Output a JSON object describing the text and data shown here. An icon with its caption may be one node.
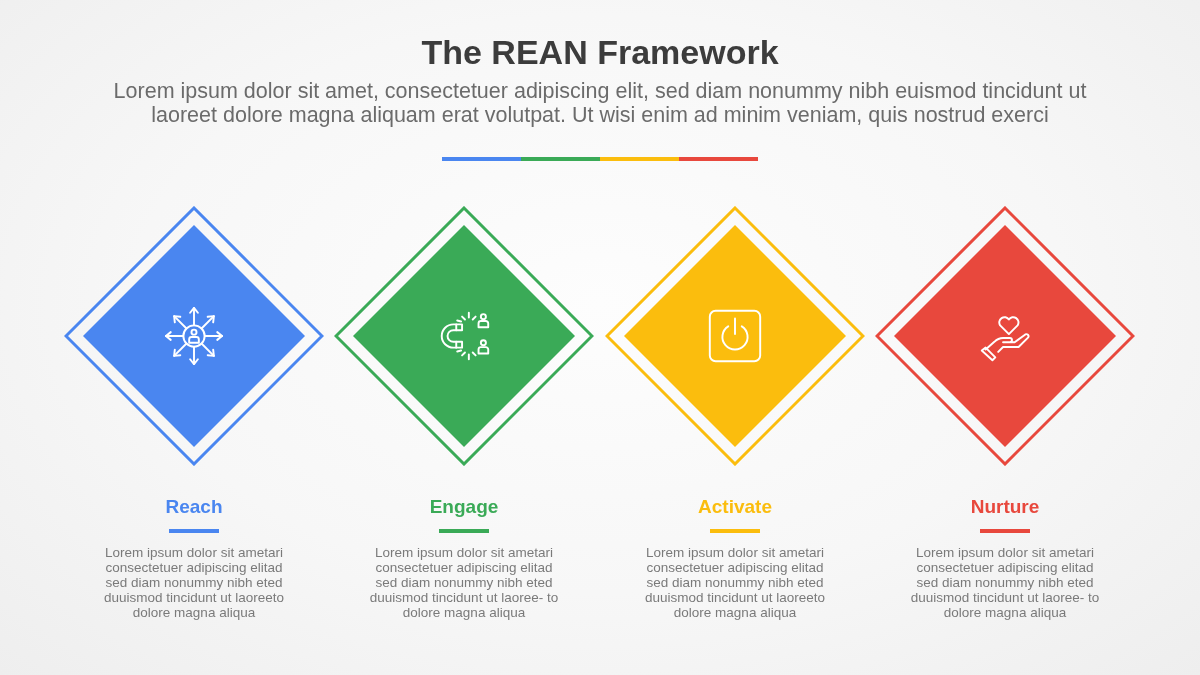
{
  "diagram": {
    "title": "The REAN Framework",
    "nodes": [
      {
        "text": [],
        "shape": "diamond",
        "beside": [
          "Reach",
          "Lorem ipsum dolor sit ametari consectetuer adipiscing elitad sed diam nonummy nibh eted duuismod tincidunt ut laoreeto dolore magna aliqua"
        ]
      },
      {
        "text": [],
        "shape": "diamond",
        "beside": [
          "Engage",
          "Lorem ipsum dolor sit ametari consectetuer adipiscing elitad sed diam nonummy nibh eted duuismod tincidunt ut laoree- to dolore magna aliqua"
        ]
      },
      {
        "text": [],
        "shape": "diamond",
        "beside": [
          "Activate",
          "Lorem ipsum dolor sit ametari consectetuer adipiscing elitad sed diam nonummy nibh eted duuismod tincidunt ut laoreeto dolore magna aliqua"
        ]
      },
      {
        "text": [],
        "shape": "diamond",
        "beside": [
          "Nurture",
          "Lorem ipsum dolor sit ametari consectetuer adipiscing elitad sed diam nonummy nibh eted duuismod tincidunt ut laoree- to dolore magna aliqua"
        ]
      }
    ],
    "labels": [
      "Lorem ipsum dolor sit amet, consectetuer adipiscing elit, sed diam nonummy nibh euismod tincidunt ut laoreet dolore magna aliquam erat volutpat. Ut wisi enim ad minim veniam, quis nostrud exerci"
    ]
  }
}
